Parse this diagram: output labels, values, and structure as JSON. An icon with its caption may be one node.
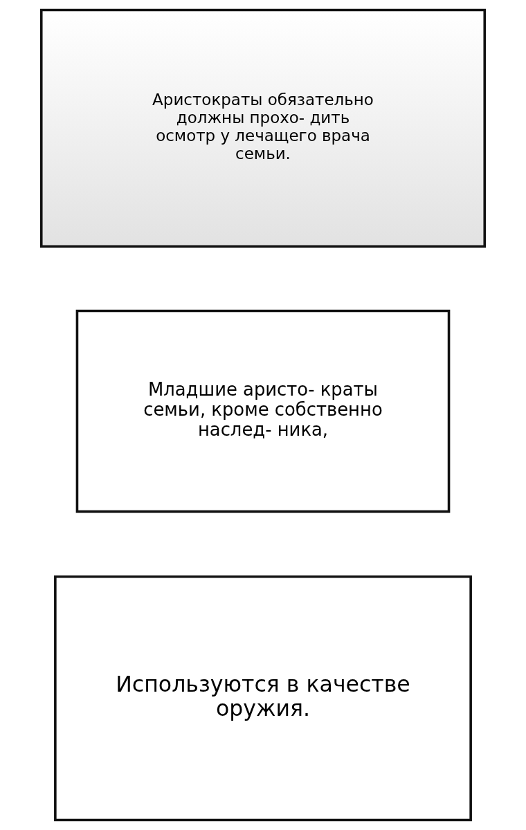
{
  "diagram": {
    "nodes": [
      {
        "text": [
          "Аристократы обязательно должны прохо- дить осмотр у лечащего врача семьи."
        ]
      },
      {
        "text": [
          "Младшие аристо- краты семьи, кроме собственно наслед- ника,"
        ]
      },
      {
        "text": [
          "Используются в качестве оружия."
        ]
      }
    ]
  }
}
